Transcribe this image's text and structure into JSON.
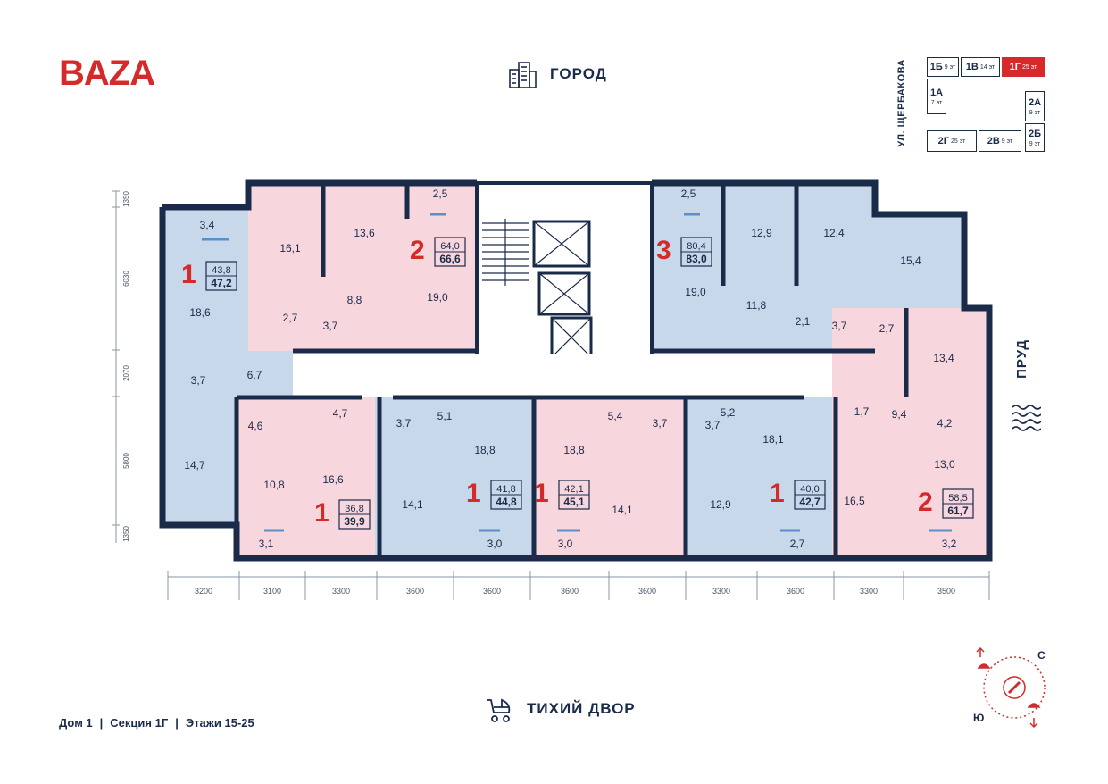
{
  "brand": "BAZA",
  "top_direction": "ГОРОД",
  "bottom_direction": "ТИХИЙ ДВОР",
  "right_direction": "ПРУД",
  "street": "УЛ. ЩЕРБАКОВА",
  "footer": {
    "house": "Дом 1",
    "section": "Секция 1Г",
    "floors": "Этажи 15-25"
  },
  "compass": {
    "north": "С",
    "south": "Ю"
  },
  "sections": [
    {
      "name": "1Б",
      "floors": "9 эт"
    },
    {
      "name": "1В",
      "floors": "14 эт"
    },
    {
      "name": "1Г",
      "floors": "25 эт"
    },
    {
      "name": "1А",
      "floors": "7 эт"
    },
    {
      "name": "2А",
      "floors": "9 эт"
    },
    {
      "name": "2Г",
      "floors": "25 эт"
    },
    {
      "name": "2В",
      "floors": "9 эт"
    },
    {
      "name": "2Б",
      "floors": "9 эт"
    }
  ],
  "dims_vertical": [
    "1350",
    "6030",
    "2070",
    "5800",
    "1350"
  ],
  "dims_horizontal": [
    "3200",
    "3100",
    "3300",
    "3600",
    "3600",
    "3600",
    "3600",
    "3300",
    "3600",
    "3300",
    "3500"
  ],
  "apartments": [
    {
      "rooms": "1",
      "area": "43,8",
      "total": "47,2"
    },
    {
      "rooms": "2",
      "area": "64,0",
      "total": "66,6"
    },
    {
      "rooms": "3",
      "area": "80,4",
      "total": "83,0"
    },
    {
      "rooms": "1",
      "area": "36,8",
      "total": "39,9"
    },
    {
      "rooms": "1",
      "area": "41,8",
      "total": "44,8"
    },
    {
      "rooms": "1",
      "area": "42,1",
      "total": "45,1"
    },
    {
      "rooms": "1",
      "area": "40,0",
      "total": "42,7"
    },
    {
      "rooms": "2",
      "area": "58,5",
      "total": "61,7"
    }
  ],
  "rooms": [
    "3,4",
    "18,6",
    "6,7",
    "3,7",
    "14,7",
    "16,1",
    "13,6",
    "2,5",
    "8,8",
    "19,0",
    "2,7",
    "3,7",
    "4,6",
    "4,7",
    "10,8",
    "16,6",
    "3,1",
    "3,7",
    "5,1",
    "18,8",
    "14,1",
    "3,0",
    "18,8",
    "5,4",
    "3,7",
    "14,1",
    "3,0",
    "3,7",
    "5,2",
    "18,1",
    "12,9",
    "2,7",
    "2,5",
    "12,9",
    "12,4",
    "15,4",
    "19,0",
    "11,8",
    "2,1",
    "3,7",
    "2,7",
    "13,4",
    "9,4",
    "1,7",
    "4,2",
    "16,5",
    "13,0",
    "3,2"
  ]
}
